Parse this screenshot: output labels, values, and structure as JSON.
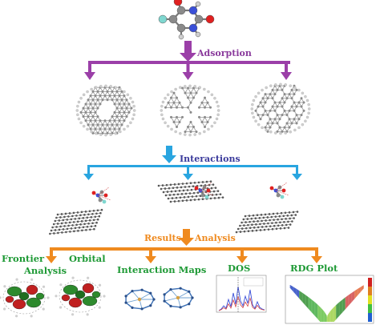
{
  "colors": {
    "adsorption": "#9b3fa8",
    "interactions": "#29a5e0",
    "results": "#ef8a1f",
    "label_purple": "#8a3a9c",
    "label_blue": "#3b3b9c",
    "label_green": "#1f9a36",
    "label_navy": "#2f3a8c",
    "atom_c": "#8a8a8a",
    "atom_h": "#cfcfcf",
    "atom_o": "#e02020",
    "atom_n": "#3a4fd8",
    "atom_f": "#7fd7d0"
  },
  "labels": {
    "adsorption": "Adsorption",
    "interactions": "Interactions",
    "results": "Results",
    "analysis": "Analysis",
    "frontier": "Frontier",
    "orbital": "Orbital",
    "orbital_analysis": "Analysis",
    "interaction_maps": "Interaction Maps",
    "dos": "DOS",
    "rdg_plot": "RDG Plot"
  },
  "icons": {
    "molecule": "fluorouracil-molecule-icon",
    "sheets": [
      "nanosheet-a-icon",
      "nanosheet-b-icon",
      "nanosheet-c-icon"
    ],
    "complexes": [
      "complex-a-icon",
      "complex-b-icon",
      "complex-c-icon"
    ]
  }
}
